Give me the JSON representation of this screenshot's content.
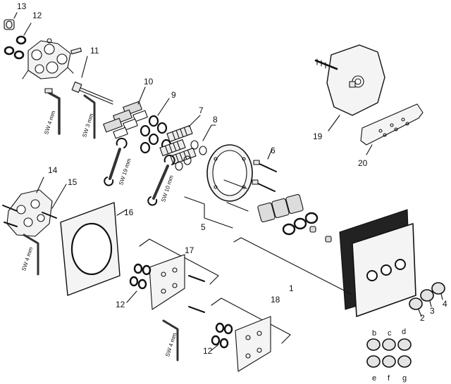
{
  "diagram": {
    "part_numbers": [
      "1",
      "2",
      "3",
      "4",
      "5",
      "6",
      "7",
      "8",
      "9",
      "10",
      "11",
      "12",
      "12",
      "12",
      "13",
      "14",
      "15",
      "16",
      "17",
      "18",
      "19",
      "20"
    ],
    "variant_letters": [
      "b",
      "c",
      "d",
      "e",
      "f",
      "g"
    ],
    "tool_labels": [
      "SW 4 mm",
      "SW 3 mm",
      "SW 19 mm",
      "SW 10 mm",
      "SW 4 mm",
      "SW 4 mm"
    ]
  }
}
